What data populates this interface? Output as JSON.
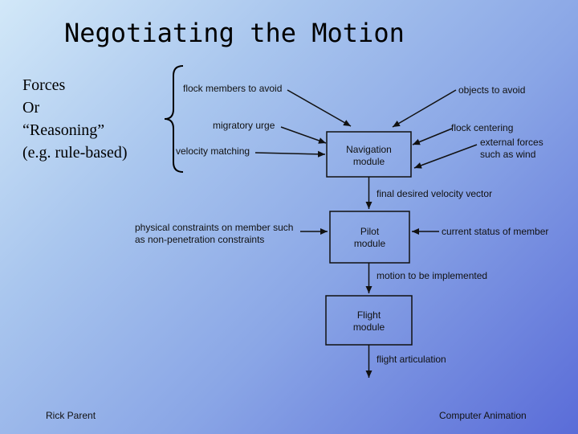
{
  "slide": {
    "title": "Negotiating the Motion",
    "left_text": [
      "Forces",
      "Or",
      "“Reasoning”",
      "(e.g. rule-based)"
    ]
  },
  "diagram": {
    "modules": {
      "navigation": [
        "Navigation",
        "module"
      ],
      "pilot": [
        "Pilot",
        "module"
      ],
      "flight": [
        "Flight",
        "module"
      ]
    },
    "inputs": {
      "flock_members_to_avoid": "flock members to avoid",
      "migratory_urge": "migratory urge",
      "velocity_matching": "velocity matching",
      "objects_to_avoid": "objects to avoid",
      "flock_centering": "flock centering",
      "external_forces": [
        "external forces",
        "such as wind"
      ],
      "physical_constraints": [
        "physical constraints on member such",
        "as non-penetration constraints"
      ],
      "current_status": "current status of member"
    },
    "outputs": {
      "final_velocity": "final desired velocity vector",
      "motion": "motion to be implemented",
      "flight_articulation": "flight articulation"
    }
  },
  "footer": {
    "left": "Rick Parent",
    "right": "Computer Animation"
  }
}
